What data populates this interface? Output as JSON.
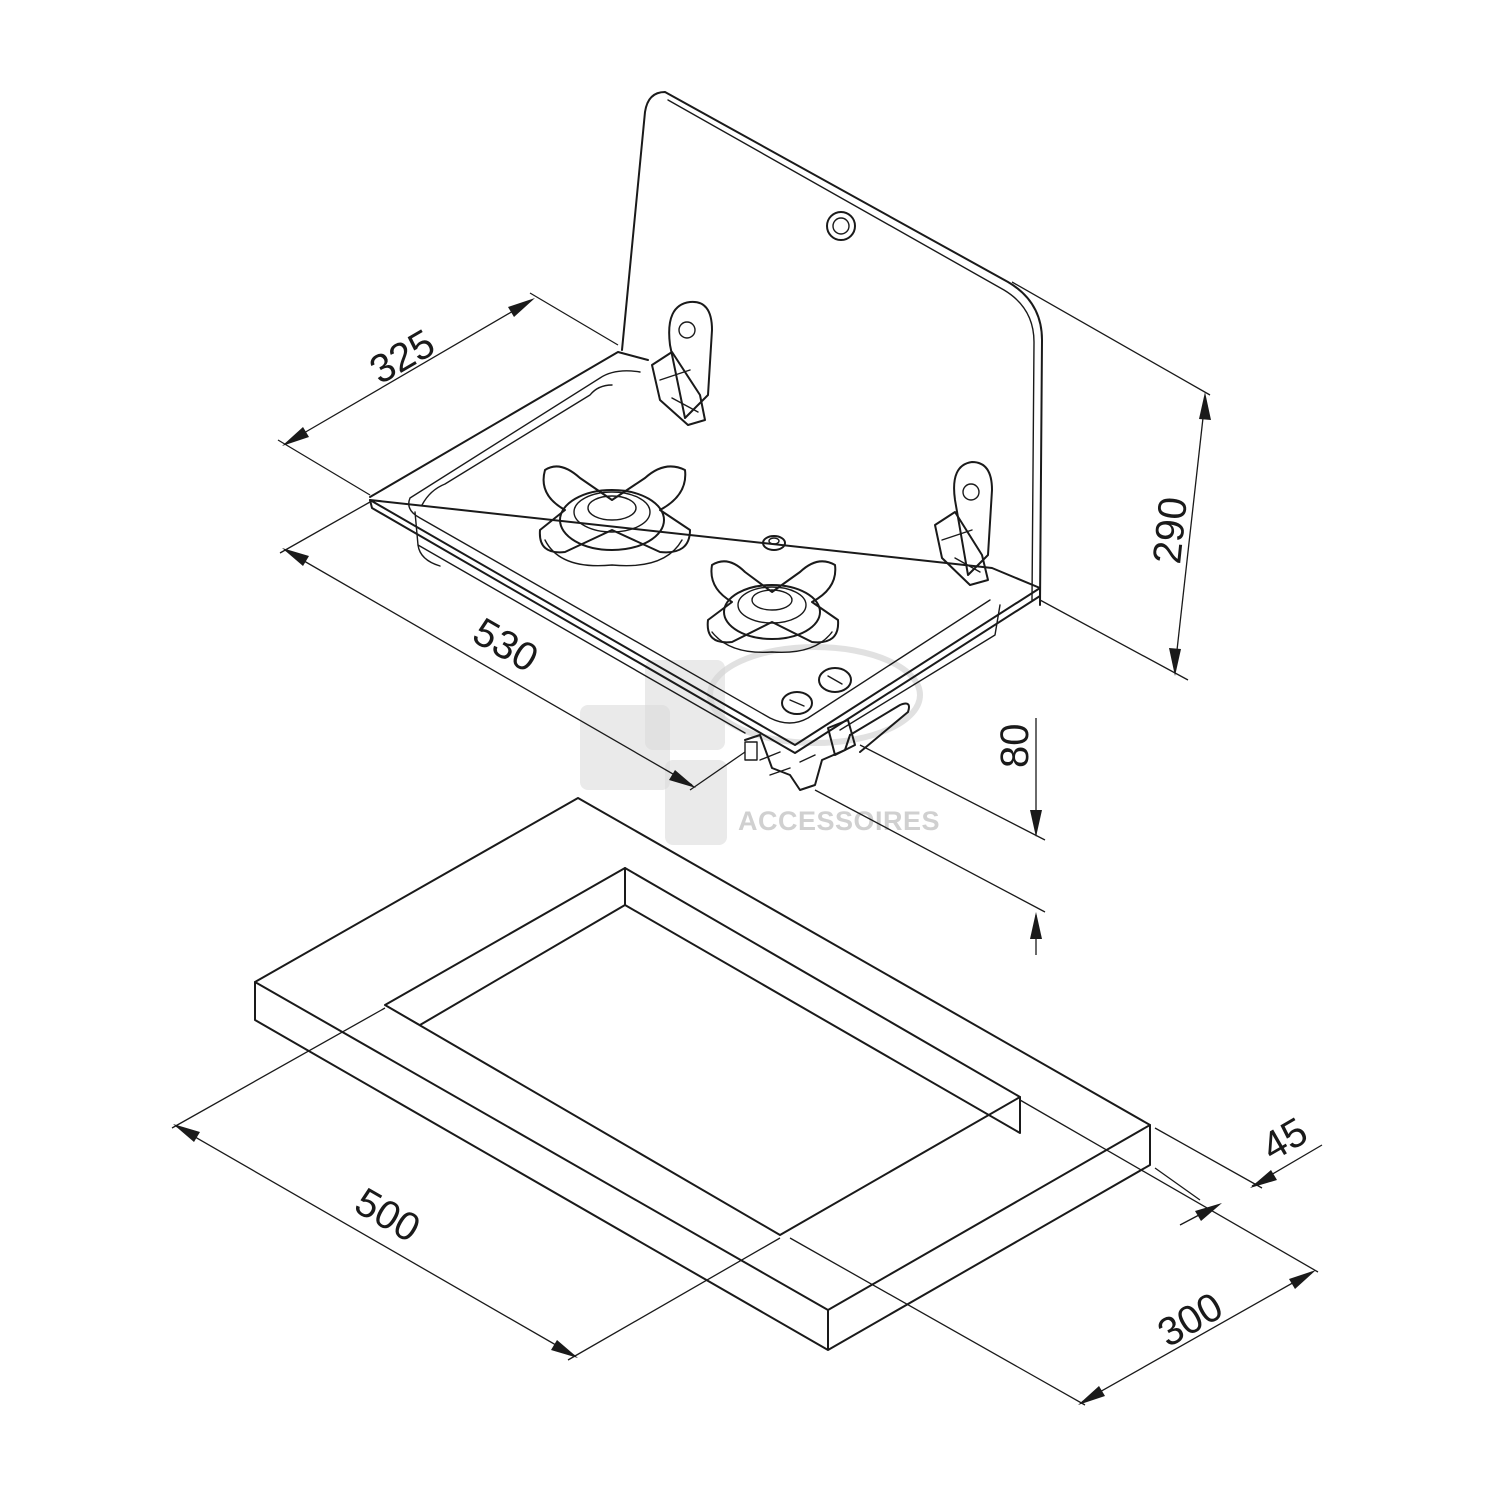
{
  "dimensions": {
    "lid_height": "290",
    "hob_depth": "325",
    "hob_width": "530",
    "under_depth": "80",
    "cutout_width": "500",
    "cutout_depth": "300",
    "worktop_thickness": "45"
  },
  "watermark": {
    "text": "ACCESSOIRES"
  },
  "colors": {
    "line": "#1a1a1a",
    "watermark": "#d0d0d0",
    "background": "#ffffff"
  }
}
